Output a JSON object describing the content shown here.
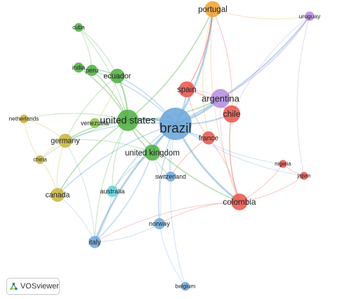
{
  "app": {
    "badge_label": "VOSviewer",
    "logo_icon": "vosviewer-logo-icon"
  },
  "colors": {
    "blue": "#6fa8dc",
    "red": "#e8534a",
    "green": "#4caf3f",
    "light_green": "#8bc34a",
    "yellow": "#c8b43c",
    "orange": "#f0a030",
    "purple": "#b48ce0",
    "cyan": "#5ad2dc"
  },
  "network": {
    "nodes": [
      {
        "id": "brazil",
        "label": "brazil",
        "cluster": "blue",
        "weight": 100
      },
      {
        "id": "united-states",
        "label": "united states",
        "cluster": "green",
        "weight": 40
      },
      {
        "id": "argentina",
        "label": "argentina",
        "cluster": "purple",
        "weight": 30
      },
      {
        "id": "chile",
        "label": "chile",
        "cluster": "red",
        "weight": 24
      },
      {
        "id": "spain",
        "label": "spain",
        "cluster": "red",
        "weight": 20
      },
      {
        "id": "portugal",
        "label": "portugal",
        "cluster": "orange",
        "weight": 20
      },
      {
        "id": "colombia",
        "label": "colombia",
        "cluster": "red",
        "weight": 22
      },
      {
        "id": "france",
        "label": "france",
        "cluster": "red",
        "weight": 12
      },
      {
        "id": "united-kingdom",
        "label": "united kingdom",
        "cluster": "green",
        "weight": 20
      },
      {
        "id": "ecuador",
        "label": "ecuador",
        "cluster": "green",
        "weight": 16
      },
      {
        "id": "germany",
        "label": "germany",
        "cluster": "yellow",
        "weight": 14
      },
      {
        "id": "canada",
        "label": "canada",
        "cluster": "yellow",
        "weight": 14
      },
      {
        "id": "venezuela",
        "label": "venezuela",
        "cluster": "light_green",
        "weight": 6
      },
      {
        "id": "peru",
        "label": "peru",
        "cluster": "green",
        "weight": 8
      },
      {
        "id": "india",
        "label": "india",
        "cluster": "green",
        "weight": 6
      },
      {
        "id": "cuba",
        "label": "cuba",
        "cluster": "green",
        "weight": 4
      },
      {
        "id": "netherlands",
        "label": "netherlands",
        "cluster": "yellow",
        "weight": 4
      },
      {
        "id": "china",
        "label": "china",
        "cluster": "yellow",
        "weight": 4
      },
      {
        "id": "australia",
        "label": "australia",
        "cluster": "cyan",
        "weight": 8
      },
      {
        "id": "switzerland",
        "label": "switzerland",
        "cluster": "blue",
        "weight": 6
      },
      {
        "id": "norway",
        "label": "norway",
        "cluster": "blue",
        "weight": 8
      },
      {
        "id": "italy",
        "label": "italy",
        "cluster": "blue",
        "weight": 10
      },
      {
        "id": "belgium",
        "label": "belgium",
        "cluster": "blue",
        "weight": 4
      },
      {
        "id": "nigeria",
        "label": "nigeria",
        "cluster": "red",
        "weight": 3
      },
      {
        "id": "japan",
        "label": "japan",
        "cluster": "red",
        "weight": 3
      },
      {
        "id": "uruguay",
        "label": "uruguay",
        "cluster": "purple",
        "weight": 5
      }
    ],
    "links": [
      {
        "source": "brazil",
        "target": "united-states",
        "strength": 5
      },
      {
        "source": "brazil",
        "target": "argentina",
        "strength": 4
      },
      {
        "source": "brazil",
        "target": "portugal",
        "strength": 4
      },
      {
        "source": "brazil",
        "target": "spain",
        "strength": 3
      },
      {
        "source": "brazil",
        "target": "chile",
        "strength": 3
      },
      {
        "source": "brazil",
        "target": "colombia",
        "strength": 4
      },
      {
        "source": "brazil",
        "target": "france",
        "strength": 2
      },
      {
        "source": "brazil",
        "target": "united-kingdom",
        "strength": 3
      },
      {
        "source": "brazil",
        "target": "italy",
        "strength": 4
      },
      {
        "source": "brazil",
        "target": "uruguay",
        "strength": 3
      },
      {
        "source": "brazil",
        "target": "germany",
        "strength": 2
      },
      {
        "source": "brazil",
        "target": "canada",
        "strength": 2
      },
      {
        "source": "brazil",
        "target": "ecuador",
        "strength": 2
      },
      {
        "source": "brazil",
        "target": "norway",
        "strength": 2
      },
      {
        "source": "brazil",
        "target": "australia",
        "strength": 2
      },
      {
        "source": "brazil",
        "target": "belgium",
        "strength": 1
      },
      {
        "source": "brazil",
        "target": "switzerland",
        "strength": 1
      },
      {
        "source": "brazil",
        "target": "nigeria",
        "strength": 1
      },
      {
        "source": "brazil",
        "target": "japan",
        "strength": 1
      },
      {
        "source": "brazil",
        "target": "peru",
        "strength": 2
      },
      {
        "source": "brazil",
        "target": "venezuela",
        "strength": 1
      },
      {
        "source": "united-states",
        "target": "ecuador",
        "strength": 3
      },
      {
        "source": "united-states",
        "target": "peru",
        "strength": 2
      },
      {
        "source": "united-states",
        "target": "india",
        "strength": 2
      },
      {
        "source": "united-states",
        "target": "cuba",
        "strength": 1
      },
      {
        "source": "united-states",
        "target": "germany",
        "strength": 2
      },
      {
        "source": "united-states",
        "target": "canada",
        "strength": 2
      },
      {
        "source": "united-states",
        "target": "china",
        "strength": 1
      },
      {
        "source": "united-states",
        "target": "netherlands",
        "strength": 1
      },
      {
        "source": "united-states",
        "target": "united-kingdom",
        "strength": 2
      },
      {
        "source": "united-states",
        "target": "argentina",
        "strength": 2
      },
      {
        "source": "united-states",
        "target": "portugal",
        "strength": 2
      },
      {
        "source": "united-states",
        "target": "italy",
        "strength": 1
      },
      {
        "source": "united-states",
        "target": "colombia",
        "strength": 2
      },
      {
        "source": "united-states",
        "target": "australia",
        "strength": 1
      },
      {
        "source": "argentina",
        "target": "uruguay",
        "strength": 2
      },
      {
        "source": "argentina",
        "target": "chile",
        "strength": 2
      },
      {
        "source": "argentina",
        "target": "spain",
        "strength": 1
      },
      {
        "source": "argentina",
        "target": "colombia",
        "strength": 1
      },
      {
        "source": "chile",
        "target": "colombia",
        "strength": 2
      },
      {
        "source": "chile",
        "target": "spain",
        "strength": 2
      },
      {
        "source": "chile",
        "target": "portugal",
        "strength": 1
      },
      {
        "source": "spain",
        "target": "portugal",
        "strength": 2
      },
      {
        "source": "spain",
        "target": "france",
        "strength": 1
      },
      {
        "source": "colombia",
        "target": "nigeria",
        "strength": 1
      },
      {
        "source": "colombia",
        "target": "japan",
        "strength": 1
      },
      {
        "source": "colombia",
        "target": "france",
        "strength": 1
      },
      {
        "source": "colombia",
        "target": "italy",
        "strength": 1
      },
      {
        "source": "colombia",
        "target": "norway",
        "strength": 1
      },
      {
        "source": "italy",
        "target": "united-kingdom",
        "strength": 2
      },
      {
        "source": "italy",
        "target": "norway",
        "strength": 1
      },
      {
        "source": "italy",
        "target": "australia",
        "strength": 1
      },
      {
        "source": "italy",
        "target": "canada",
        "strength": 1
      },
      {
        "source": "italy",
        "target": "germany",
        "strength": 1
      },
      {
        "source": "norway",
        "target": "united-kingdom",
        "strength": 1
      },
      {
        "source": "norway",
        "target": "belgium",
        "strength": 1
      },
      {
        "source": "united-kingdom",
        "target": "germany",
        "strength": 1
      },
      {
        "source": "united-kingdom",
        "target": "switzerland",
        "strength": 1
      },
      {
        "source": "united-kingdom",
        "target": "australia",
        "strength": 1
      },
      {
        "source": "ecuador",
        "target": "peru",
        "strength": 1
      },
      {
        "source": "ecuador",
        "target": "india",
        "strength": 1
      },
      {
        "source": "ecuador",
        "target": "cuba",
        "strength": 1
      },
      {
        "source": "ecuador",
        "target": "germany",
        "strength": 1
      },
      {
        "source": "germany",
        "target": "canada",
        "strength": 1
      },
      {
        "source": "germany",
        "target": "china",
        "strength": 1
      },
      {
        "source": "germany",
        "target": "netherlands",
        "strength": 1
      },
      {
        "source": "canada",
        "target": "china",
        "strength": 1
      },
      {
        "source": "portugal",
        "target": "uruguay",
        "strength": 1
      },
      {
        "source": "portugal",
        "target": "france",
        "strength": 1
      },
      {
        "source": "portugal",
        "target": "colombia",
        "strength": 1
      },
      {
        "source": "france",
        "target": "switzerland",
        "strength": 1
      },
      {
        "source": "uruguay",
        "target": "chile",
        "strength": 1
      },
      {
        "source": "uruguay",
        "target": "japan",
        "strength": 1
      },
      {
        "source": "nigeria",
        "target": "japan",
        "strength": 1
      },
      {
        "source": "peru",
        "target": "cuba",
        "strength": 1
      },
      {
        "source": "venezuela",
        "target": "ecuador",
        "strength": 1
      },
      {
        "source": "netherlands",
        "target": "china",
        "strength": 1
      }
    ]
  }
}
